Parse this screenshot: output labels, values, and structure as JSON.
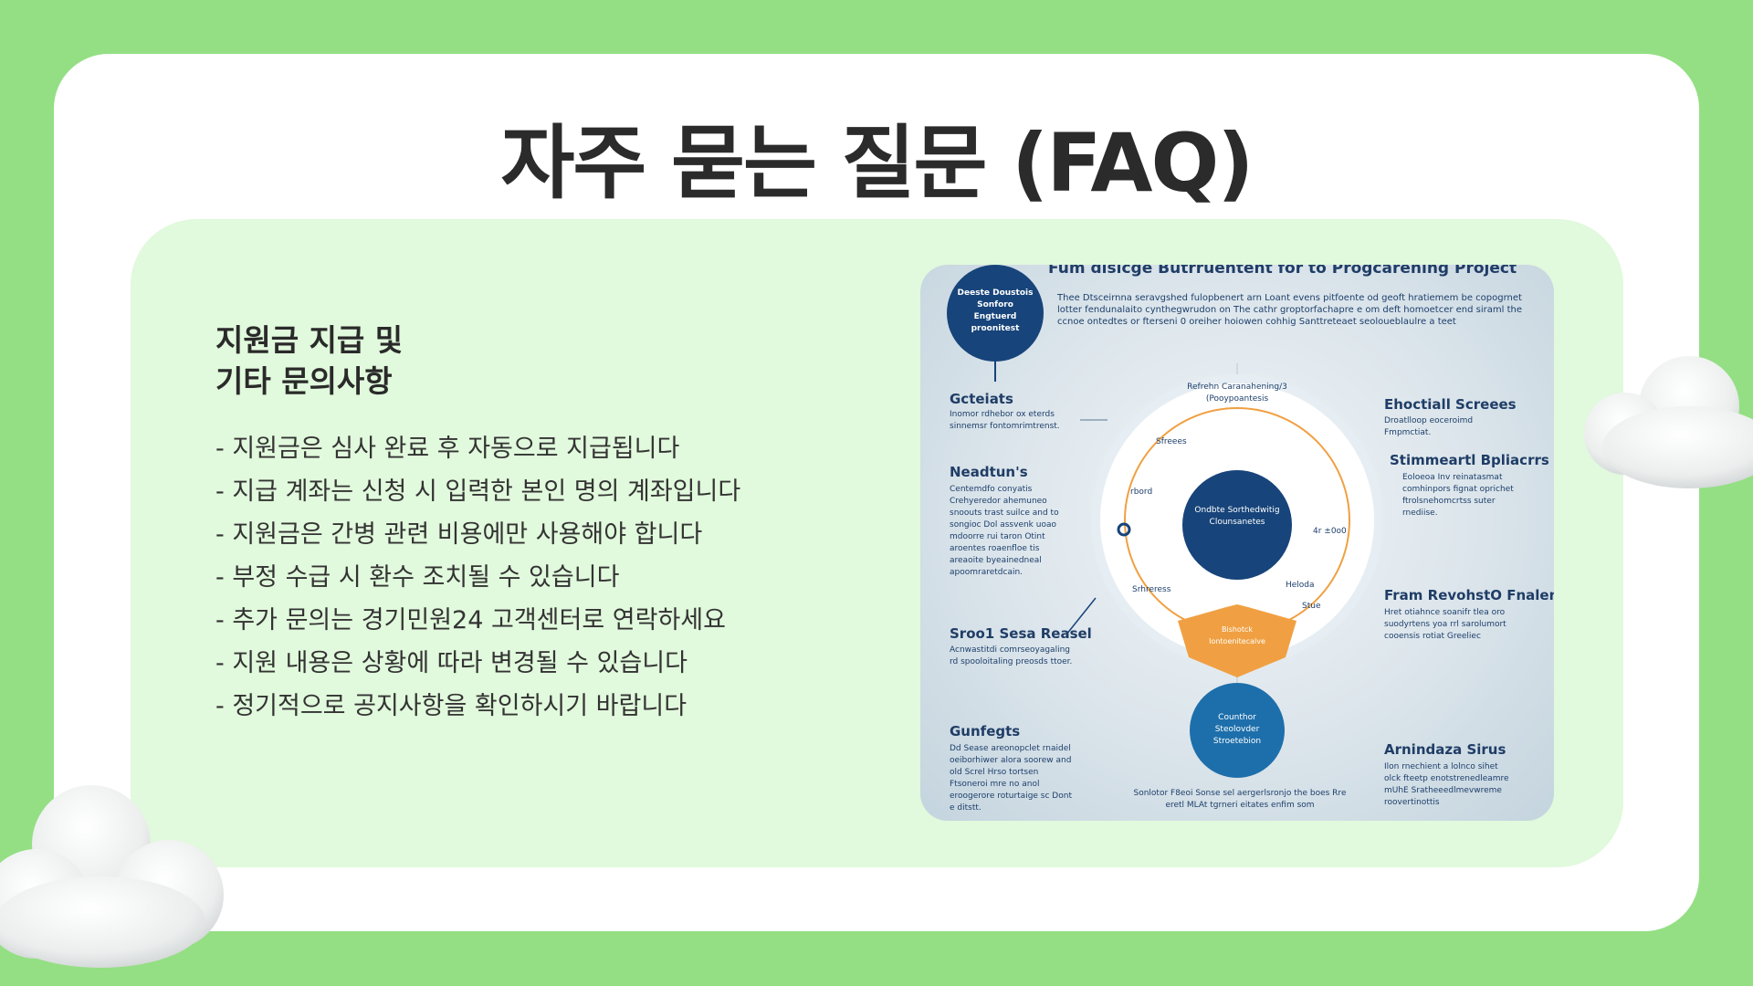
{
  "title": "자주 묻는 질문 (FAQ)",
  "section": {
    "heading_line1": "지원금 지급 및",
    "heading_line2": "기타 문의사항",
    "items": [
      "- 지원금은 심사 완료 후 자동으로 지급됩니다",
      "- 지급 계좌는 신청 시 입력한 본인 명의 계좌입니다",
      "- 지원금은 간병 관련 비용에만 사용해야 합니다",
      "- 부정 수급 시 환수 조치될 수 있습니다",
      "- 추가 문의는 경기민원24 고객센터로 연락하세요",
      "- 지원 내용은 상황에 따라 변경될 수 있습니다",
      "- 정기적으로 공지사항을 확인하시기 바랍니다"
    ]
  },
  "infographic": {
    "title": "Fum disicge Butrruentent for to Progcarening Project",
    "intro": "Thee Dtsceirnna seravgshed fulopbenert arn Loant evens pitfoente od geoft hratiemem be copogrnet lotter fendunalaito cynthegwrudon on The cathr groptorfachapre e om deft homoetcer end siraml the ccnoe ontedtes or fterseni 0 oreiher hoiowen cohhig Santtreteaet seoloueblaulre a teet",
    "top_circle": "Deeste Doustois Sonforo Engtuerd proonitest",
    "center_circle": "Ondbte Sorthedwitig Clounsanetes",
    "bottom_circle": "Counthor Steolovder Stroetebion",
    "arrow_label": "Bishotck Iontoenitecalve",
    "ring_top": "Refrehn Caranahening/3 (Pooypoantesis",
    "ring_labels": [
      "Sfreees",
      "rbord",
      "Srhreress",
      "Heloda",
      "4r ±0o0",
      "Stue"
    ],
    "left": [
      {
        "h": "Gcteiats",
        "t": "Inomor rdhebor ox eterds sinnemsr fontomrimtrenst."
      },
      {
        "h": "Neadtun's",
        "t": "Centemdfo conyatis Crehyeredor ahemuneo snoouts trast suilce and to songioc Dol assvenk uoao mdoorre rui taron Otint aroentes roaenfloe tis areaoite byeainedneal apoomraretdcain."
      },
      {
        "h": "Sroo1 Sesa Reasel",
        "t": "Acnwastitdi comrseoyagaling rd spooloitaling preosds ttoer."
      },
      {
        "h": "Gunfegts",
        "t": "Dd Sease areonopclet rnaidel oeiborhiwer alora soorew and old Screl Hrso tortsen Ftsoneroi mre no anol eroogerore roturtaige sc Dont e ditstt."
      }
    ],
    "right": [
      {
        "h": "Ehoctiall Screees",
        "t": "Droatlloop eoceroimd Fmpmctiat."
      },
      {
        "h": "Stimmeartl Bpliacrrs",
        "t": "Eoloeoa Inv reinatasmat comhinpors fignat oprichet ftrolsnehomcrtss suter rnediise."
      },
      {
        "h": "Fram RevohstO Fnalen",
        "t": "Hret otiahnce soanifr tlea oro suodyrtens yoa rrl sarolumort cooensis rotiat Greeliec"
      },
      {
        "h": "Arnindaza Sirus",
        "t": "Ilon rnechient a lolnco sihet olck fteetp enotstrenedleamre mUhE Sratheeedlmevwreme roovertinottis"
      }
    ],
    "footer": "Sonlotor F8eoi Sonse sel aergerlsronjo the boes Rre eretl MLAt tgrneri eitates enfim som",
    "colors": {
      "navy": "#17447a",
      "blue": "#1d6fab",
      "orange": "#f0a042",
      "bg": "#dde6ec"
    }
  },
  "colors": {
    "page_bg": "#94df84",
    "card_bg": "#ffffff",
    "panel_bg": "#e1f9dc",
    "text": "#2b2b2b"
  }
}
